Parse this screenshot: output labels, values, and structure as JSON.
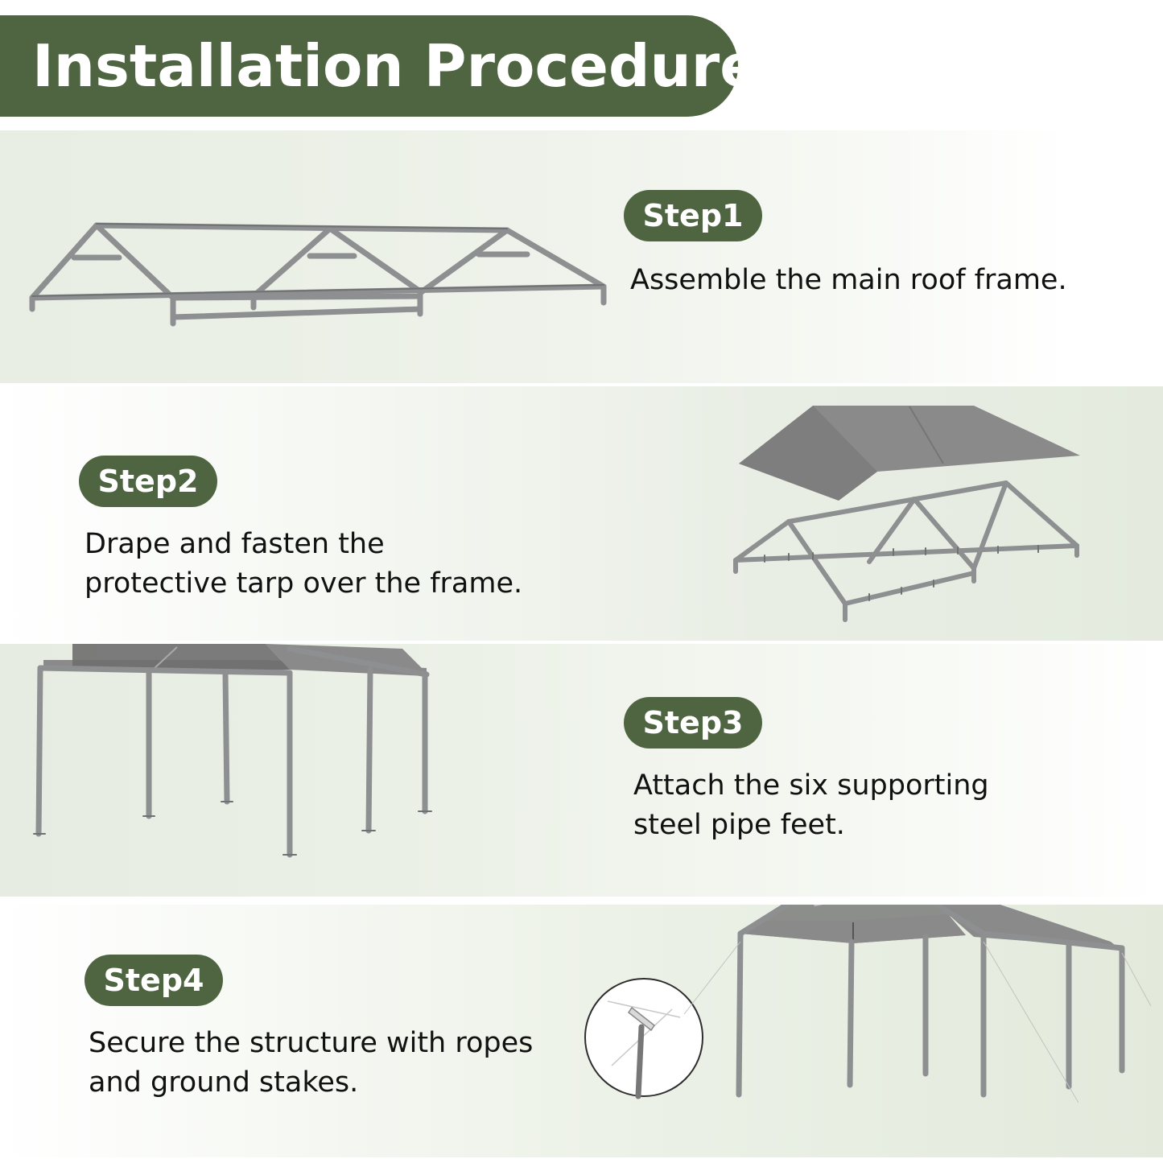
{
  "title": "Installation Procedure",
  "steps": [
    {
      "label": "Step1",
      "lines": [
        "Assemble the main roof frame."
      ]
    },
    {
      "label": "Step2",
      "lines": [
        "Drape and fasten the",
        "protective tarp over the frame."
      ]
    },
    {
      "label": "Step3",
      "lines": [
        "Attach the six supporting",
        "steel pipe feet."
      ]
    },
    {
      "label": "Step4",
      "lines": [
        "Secure the structure with ropes",
        "and ground stakes."
      ]
    }
  ],
  "colors": {
    "accent": "#4f6541",
    "panel_tint": "#e6ece1",
    "frame_gray": "#8d8f91",
    "tarp_gray": "#8a8a8a"
  },
  "illustrations": [
    "roof-frame",
    "tarp-over-frame",
    "frame-with-legs",
    "secured-carport-with-stake-detail"
  ]
}
